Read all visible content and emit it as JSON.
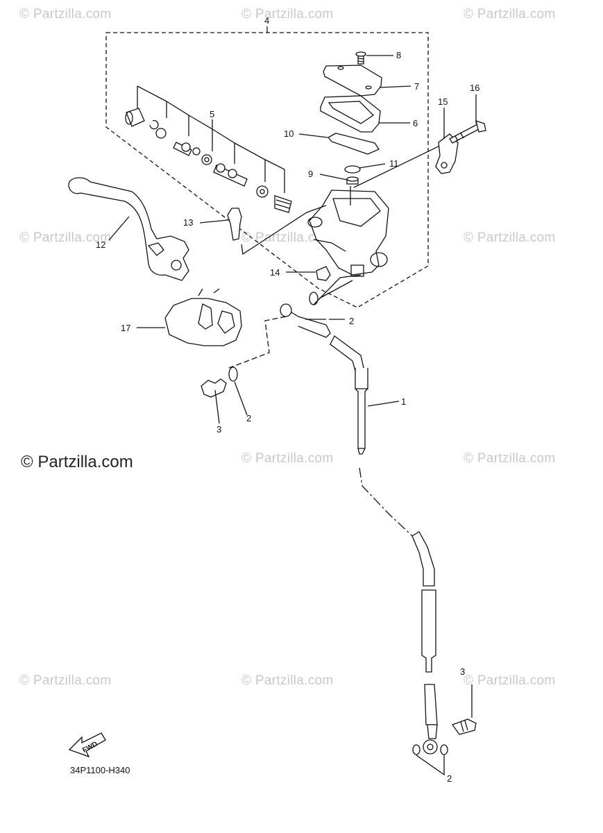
{
  "watermark": {
    "small": "© Partzilla.com",
    "large": "© Partzilla.com"
  },
  "diagram_code": "34P1100-H340",
  "fwd_badge": "FWD",
  "callouts": [
    {
      "id": "c4",
      "text": "4"
    },
    {
      "id": "c8",
      "text": "8"
    },
    {
      "id": "c7",
      "text": "7"
    },
    {
      "id": "c5",
      "text": "5"
    },
    {
      "id": "c6",
      "text": "6"
    },
    {
      "id": "c10",
      "text": "10"
    },
    {
      "id": "c15",
      "text": "15"
    },
    {
      "id": "c16",
      "text": "16"
    },
    {
      "id": "c11",
      "text": "11"
    },
    {
      "id": "c9",
      "text": "9"
    },
    {
      "id": "c13",
      "text": "13"
    },
    {
      "id": "c12",
      "text": "12"
    },
    {
      "id": "c14",
      "text": "14"
    },
    {
      "id": "c2a",
      "text": "2"
    },
    {
      "id": "c17",
      "text": "17"
    },
    {
      "id": "c1",
      "text": "1"
    },
    {
      "id": "c3a",
      "text": "3"
    },
    {
      "id": "c2b",
      "text": "2"
    },
    {
      "id": "c3b",
      "text": "3"
    },
    {
      "id": "c2c",
      "text": "2"
    }
  ]
}
